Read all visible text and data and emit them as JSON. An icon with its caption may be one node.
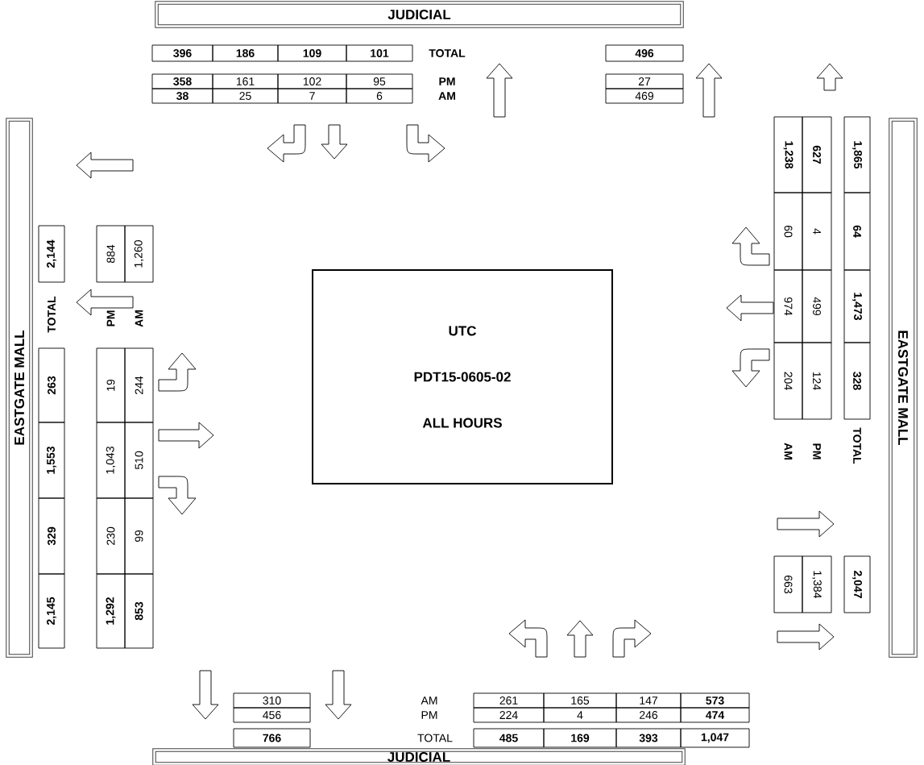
{
  "diagram": {
    "nodes": [
      {
        "text": [
          "JUDICIAL"
        ]
      },
      {
        "text": [
          "EASTGATE MALL"
        ]
      },
      {
        "text": [
          "UTC",
          "PDT15-0605-02",
          "ALL HOURS"
        ]
      },
      {
        "text": [
          "EASTGATE MALL"
        ]
      },
      {
        "text": [
          "JUDICIAL"
        ]
      }
    ],
    "labels": [
      "396",
      "186",
      "109",
      "101",
      "TOTAL",
      "496",
      "358",
      "161",
      "102",
      "95",
      "PM",
      "27",
      "38",
      "25",
      "7",
      "6",
      "AM",
      "469",
      "2,144",
      "884",
      "1,260",
      "TOTAL",
      "PM",
      "AM",
      "263",
      "19",
      "244",
      "1,553",
      "1,043",
      "510",
      "329",
      "230",
      "99",
      "2,145",
      "1,292",
      "853",
      "1,238",
      "627",
      "1,865",
      "60",
      "4",
      "64",
      "974",
      "499",
      "1,473",
      "204",
      "124",
      "328",
      "AM",
      "PM",
      "TOTAL",
      "663",
      "1,384",
      "2,047",
      "310",
      "456",
      "766",
      "AM",
      "261",
      "165",
      "147",
      "573",
      "PM",
      "224",
      "4",
      "246",
      "474",
      "TOTAL",
      "485",
      "169",
      "393",
      "1,047"
    ]
  }
}
